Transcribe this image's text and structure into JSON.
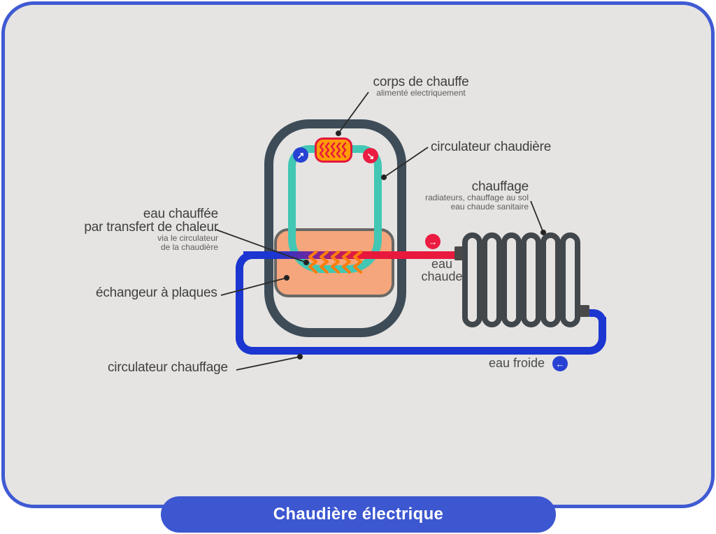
{
  "banner": {
    "title": "Chaudière électrique"
  },
  "labels": {
    "corps_de_chauffe": {
      "title": "corps de chauffe",
      "subtitle": "alimenté electriquement"
    },
    "circulateur_chaudiere": {
      "title": "circulateur chaudière"
    },
    "chauffage": {
      "title": "chauffage",
      "subtitle_line1": "radiateurs, chauffage au sol",
      "subtitle_line2": "eau chaude sanitaire"
    },
    "eau_chauffee": {
      "title_line1": "eau chauffée",
      "title_line2": "par transfert de chaleur",
      "subtitle_line1": "via le circulateur",
      "subtitle_line2": "de la chaudière"
    },
    "echangeur": {
      "title": "échangeur à plaques"
    },
    "circulateur_chauffage": {
      "title": "circulateur chauffage"
    },
    "eau_chaude": {
      "line1": "eau",
      "line2": "chaude"
    },
    "eau_froide": {
      "title": "eau froide"
    }
  },
  "icons": {
    "flow_up_right": "↗",
    "flow_down_right": "↘",
    "flow_right": "→",
    "flow_left": "←"
  },
  "components": {
    "radiator_sections": 6,
    "heater_coils": 5,
    "exchanger_coils": 5
  },
  "colors": {
    "frame_border": "#3f5ad2",
    "card_background": "#e5e4e2",
    "banner_blue": "#3c57d0",
    "boiler_outline": "#3e4c58",
    "teal_pipe": "#41c7b4",
    "cold_pipe_blue": "#1c36d1",
    "hot_pipe_red": "#ea1a3e",
    "heater_orange": "#ff9b05",
    "heater_red": "#e5173d",
    "exchanger_fill": "#f5a67c",
    "exchanger_border": "#686865",
    "coil_orange": "#fd7d0d",
    "badge_blue": "#2742d3",
    "badge_red": "#eb1b42",
    "label_text": "#3f3f3f"
  }
}
